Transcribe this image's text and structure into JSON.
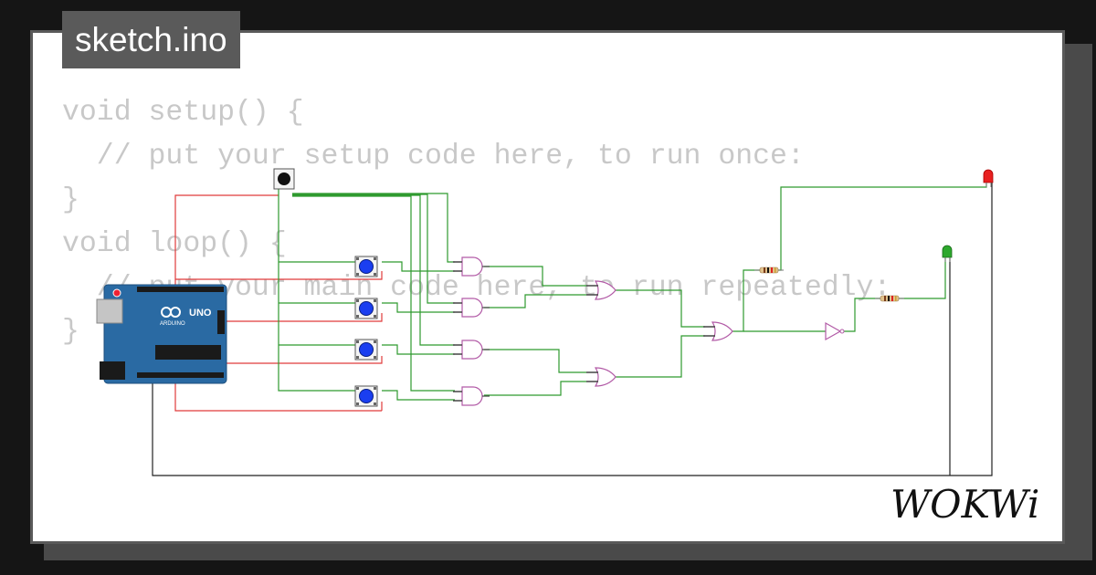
{
  "tab": {
    "title": "sketch.ino"
  },
  "code": {
    "lines": [
      "void setup() {",
      "  // put your setup code here, to run once:",
      "",
      "}",
      "",
      "void loop() {",
      "  // put your main code here, to run repeatedly:",
      "",
      "}"
    ]
  },
  "circuit": {
    "board": {
      "label": "UNO",
      "brand": "ARDUINO"
    },
    "components": [
      "master-pushbutton",
      "pushbutton-1",
      "pushbutton-2",
      "pushbutton-3",
      "pushbutton-4",
      "and-gate-1",
      "and-gate-2",
      "and-gate-3",
      "and-gate-4",
      "or-gate-1",
      "or-gate-2",
      "or-gate-3",
      "not-gate",
      "resistor-red",
      "resistor-green",
      "led-red",
      "led-green"
    ],
    "colors": {
      "wire_red": "#e03b3b",
      "wire_green": "#2e9a2e",
      "wire_black": "#222222",
      "gate": "#b25aa6",
      "board": "#2a6aa3",
      "button_blue": "#1a3ef0",
      "led_red": "#e82020",
      "led_green": "#2da82d"
    }
  },
  "logo": {
    "text": "WOKWi",
    "icon": "wokwi-logo"
  }
}
